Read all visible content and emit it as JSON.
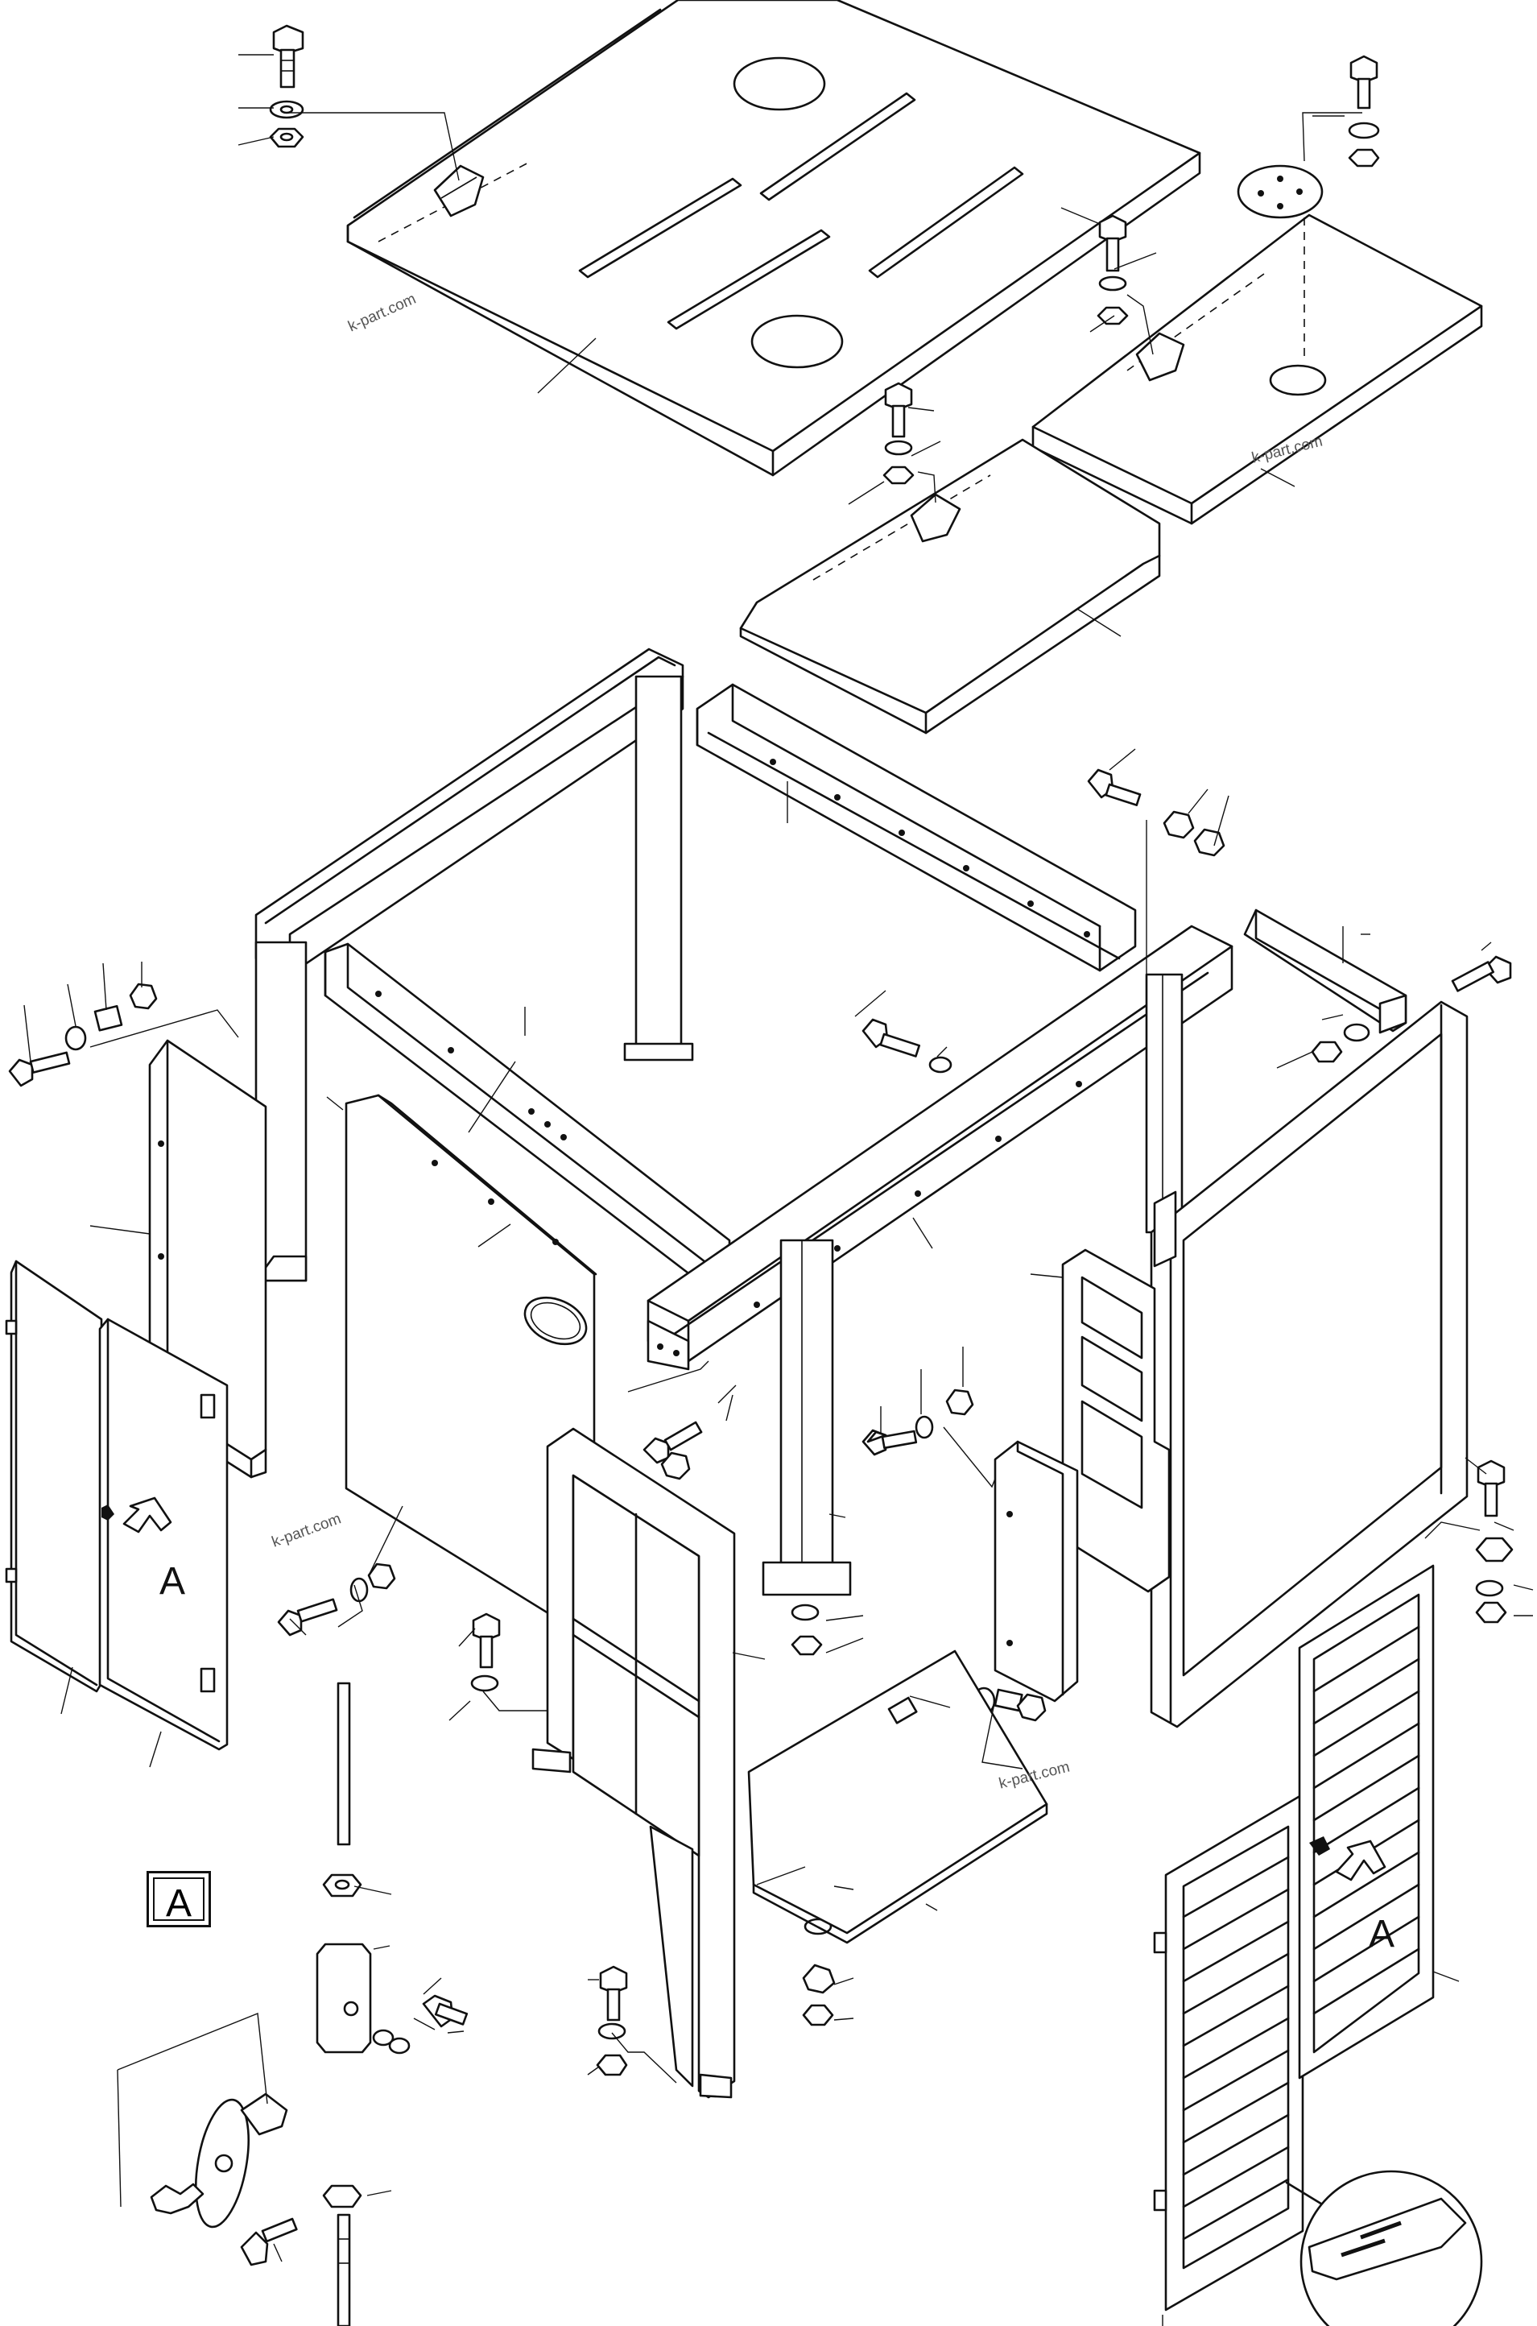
{
  "diagram": {
    "watermarks": [
      "k-part.com",
      "k-part.com",
      "k-part.com",
      "k-part.com"
    ],
    "callouts": [
      "A",
      "A",
      "A"
    ]
  }
}
